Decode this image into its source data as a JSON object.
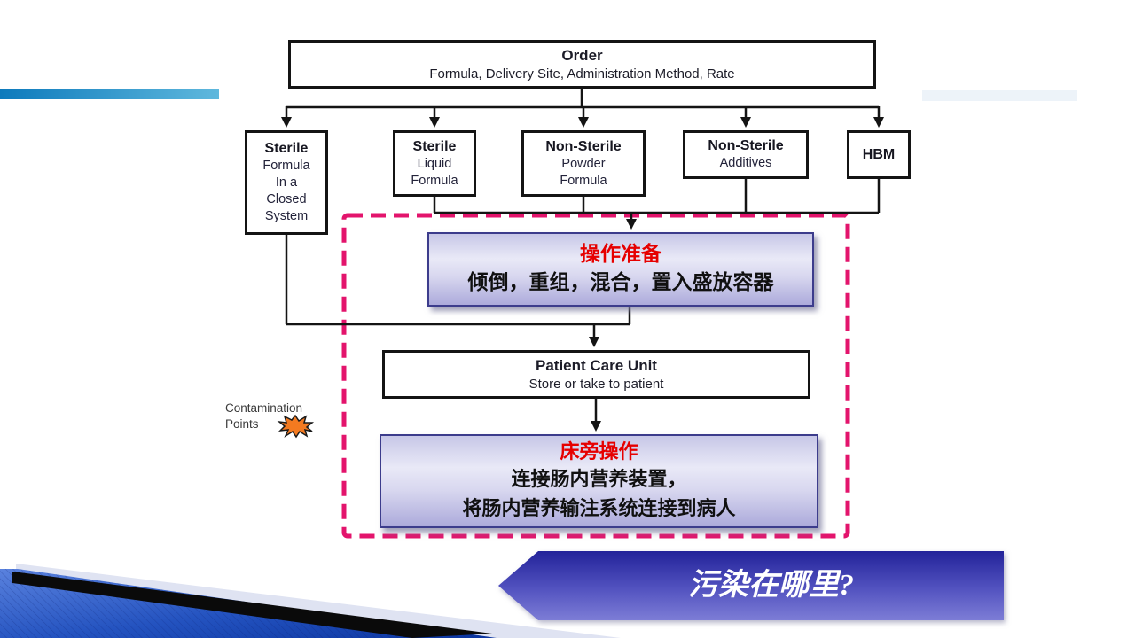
{
  "flowchart": {
    "order": {
      "title": "Order",
      "subtitle": "Formula, Delivery Site, Administration Method, Rate"
    },
    "sources": [
      {
        "title": "Sterile",
        "line1": "Formula",
        "line2": "In a",
        "line3": "Closed",
        "line4": "System"
      },
      {
        "title": "Sterile",
        "line1": "Liquid",
        "line2": "Formula"
      },
      {
        "title": "Non-Sterile",
        "line1": "Powder",
        "line2": "Formula"
      },
      {
        "title": "Non-Sterile",
        "line1": "Additives"
      },
      {
        "title": "HBM"
      }
    ],
    "prep": {
      "title": "操作准备",
      "body": "倾倒，重组，混合，置入盛放容器"
    },
    "patient_care": {
      "title": "Patient Care Unit",
      "subtitle": "Store or take to patient"
    },
    "bedside": {
      "title": "床旁操作",
      "line1": "连接肠内营养装置，",
      "line2": "将肠内营养输注系统连接到病人"
    },
    "legend": {
      "line1": "Contamination",
      "line2": "Points"
    }
  },
  "banner": {
    "label": "污染在哪里?"
  },
  "colors": {
    "dashed_border": "#e3146c",
    "accent_red": "#e60000",
    "connector": "#141414",
    "banner_top": "#23239a",
    "banner_bottom": "#7d7dd6",
    "teal_bar_left": "#0d7abc",
    "teal_bar_right": "#5fb8dd",
    "starburst_fill": "#f47a20",
    "purple_box_top": "#c7c7e7",
    "purple_box_bottom": "#acaadb"
  }
}
